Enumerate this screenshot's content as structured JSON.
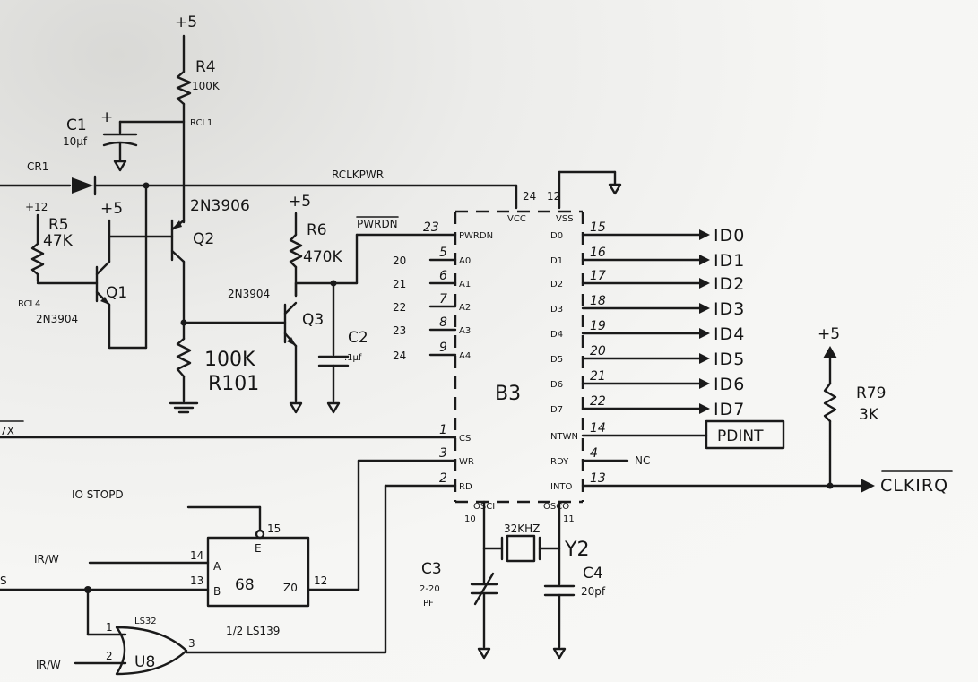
{
  "power": {
    "vcc": "+5",
    "v12": "+12"
  },
  "components": {
    "r4": {
      "ref": "R4",
      "value": "100K"
    },
    "c1": {
      "ref": "C1",
      "value": "10µf"
    },
    "cr1": {
      "ref": "CR1"
    },
    "r5": {
      "ref": "R5",
      "value": "47K"
    },
    "q1": {
      "ref": "Q1",
      "part": "2N3904"
    },
    "q2": {
      "ref": "Q2",
      "part": "2N3906"
    },
    "r101": {
      "ref": "R101",
      "value": "100K"
    },
    "r6": {
      "ref": "R6",
      "value": "470K"
    },
    "q3": {
      "ref": "Q3",
      "part": "2N3904"
    },
    "c2": {
      "ref": "C2",
      "value": ".1µf"
    },
    "b3": {
      "ref": "B3"
    },
    "r79": {
      "ref": "R79",
      "value": "3K"
    },
    "c3": {
      "ref": "C3",
      "value": "2-20",
      "unit": "PF"
    },
    "c4": {
      "ref": "C4",
      "value": "20pf"
    },
    "y2": {
      "ref": "Y2",
      "value": "32KHZ"
    },
    "g68": {
      "ref": "68",
      "part": "1/2 LS139"
    },
    "u8": {
      "ref": "U8",
      "part": "LS32"
    }
  },
  "nets": {
    "rcl1": "RCL1",
    "rclk_pwr": "RCLKPWR",
    "rcl4": "RCL4",
    "pwrdn": "PWRDN",
    "io_stopd": "IO STOPD",
    "ir_w": "IR/W",
    "ir_w2": "IR/W",
    "nc": "NC",
    "clkirq": "CLKIRQ",
    "pdint": "PDINT",
    "left_7x": "7X",
    "left_s": "S"
  },
  "b3_left_pins": [
    {
      "num": "23",
      "name": "PWRDN",
      "net": ""
    },
    {
      "num": "5",
      "name": "A0",
      "net": "20"
    },
    {
      "num": "6",
      "name": "A1",
      "net": "21"
    },
    {
      "num": "7",
      "name": "A2",
      "net": "22"
    },
    {
      "num": "8",
      "name": "A3",
      "net": "23"
    },
    {
      "num": "9",
      "name": "A4",
      "net": "24"
    },
    {
      "num": "1",
      "name": "CS",
      "net": ""
    },
    {
      "num": "3",
      "name": "WR",
      "net": ""
    },
    {
      "num": "2",
      "name": "RD",
      "net": ""
    }
  ],
  "b3_top_pins": [
    {
      "num": "24",
      "name": "VCC"
    },
    {
      "num": "12",
      "name": "VSS"
    }
  ],
  "b3_right_pins": [
    {
      "name": "D0",
      "num": "15",
      "signal": "ID0"
    },
    {
      "name": "D1",
      "num": "16",
      "signal": "ID1"
    },
    {
      "name": "D2",
      "num": "17",
      "signal": "ID2"
    },
    {
      "name": "D3",
      "num": "18",
      "signal": "ID3"
    },
    {
      "name": "D4",
      "num": "19",
      "signal": "ID4"
    },
    {
      "name": "D5",
      "num": "20",
      "signal": "ID5"
    },
    {
      "name": "D6",
      "num": "21",
      "signal": "ID6"
    },
    {
      "name": "D7",
      "num": "22",
      "signal": "ID7"
    },
    {
      "name": "NTWN",
      "num": "14",
      "signal": "PDINT"
    },
    {
      "name": "RDY",
      "num": "4",
      "signal": "NC"
    },
    {
      "name": "INTO",
      "num": "13",
      "signal": "CLKIRQ"
    }
  ],
  "b3_bottom_pins": [
    {
      "num": "10",
      "name": "OSCI"
    },
    {
      "num": "11",
      "name": "OSCO"
    }
  ],
  "decoder_pins": {
    "e": {
      "num": "15",
      "name": "E"
    },
    "a": {
      "num": "14",
      "name": "A"
    },
    "b": {
      "num": "13",
      "name": "B"
    },
    "out": {
      "num": "12",
      "name": "Z0"
    }
  },
  "gate_pins": {
    "in1": "1",
    "in2": "2",
    "out": "3"
  }
}
